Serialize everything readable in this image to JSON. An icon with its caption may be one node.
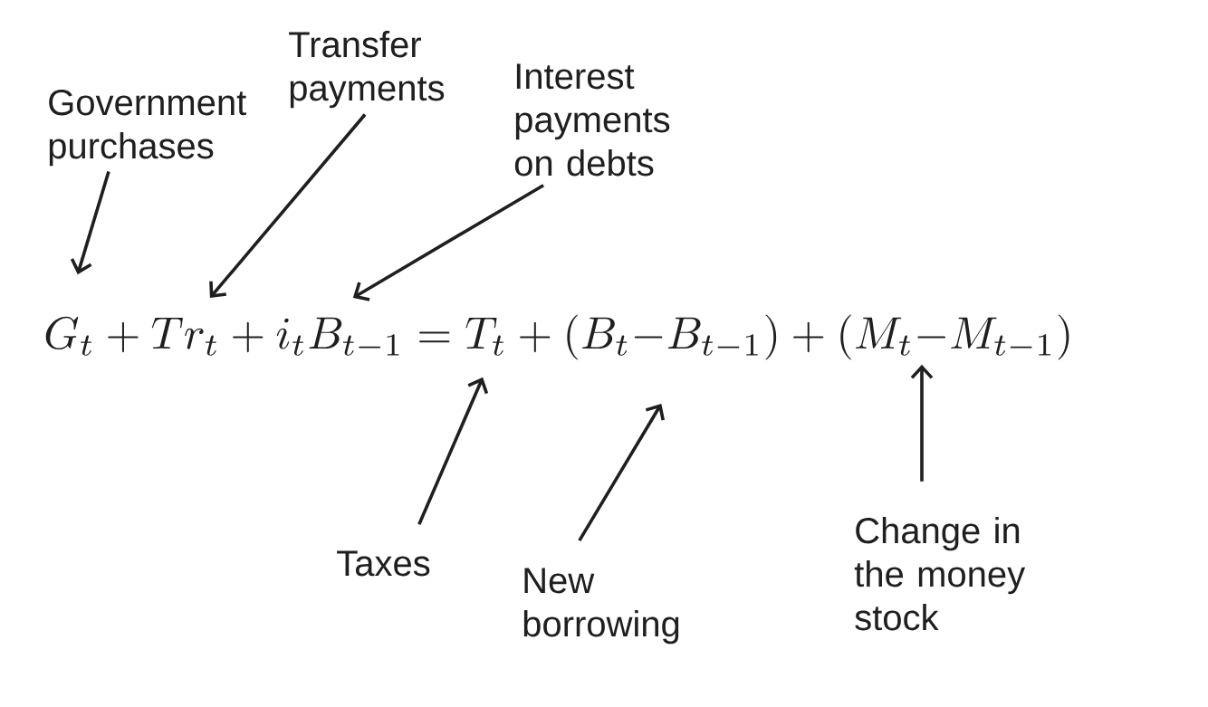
{
  "diagram": {
    "nodes": [
      {
        "text": [
          "Government purchases"
        ]
      },
      {
        "text": [
          "Transfer payments"
        ]
      },
      {
        "text": [
          "Interest payments on debts"
        ]
      },
      {
        "text": [
          "Taxes"
        ]
      },
      {
        "text": [
          "New borrowing"
        ]
      },
      {
        "text": [
          "Change in the money stock"
        ]
      },
      {
        "text": [
          "G_t + Tr_t + i_t B_{t-1} = T_t + (B_t{-}B_{t-1}) + (M_t{-}M_{t-1})"
        ]
      }
    ],
    "edges": [
      {
        "from": 0,
        "to": 6,
        "arrow": "to"
      },
      {
        "from": 1,
        "to": 6,
        "arrow": "to"
      },
      {
        "from": 2,
        "to": 6,
        "arrow": "to"
      },
      {
        "from": 3,
        "to": 6,
        "arrow": "to"
      },
      {
        "from": 4,
        "to": 6,
        "arrow": "to"
      },
      {
        "from": 5,
        "to": 6,
        "arrow": "to"
      }
    ]
  }
}
